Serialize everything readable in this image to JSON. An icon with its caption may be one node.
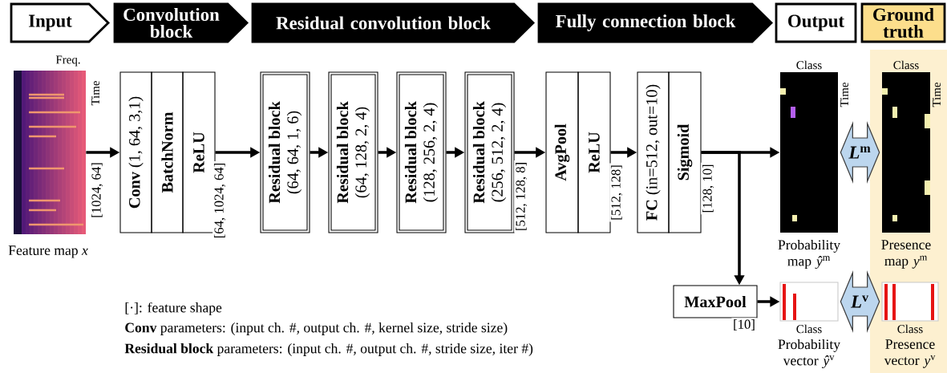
{
  "diagram": {
    "nodes": [
      {
        "text": [
          "Input"
        ]
      },
      {
        "text": [
          "Convolution block"
        ]
      },
      {
        "text": [
          "Residual convolution block"
        ]
      },
      {
        "text": [
          "Fully connection block"
        ]
      },
      {
        "text": [
          "Output"
        ]
      },
      {
        "text": [
          "Ground truth"
        ]
      },
      {
        "text": [],
        "shape": "picture",
        "beside": [
          "Freq.",
          "Time",
          "Feature map *x*"
        ]
      },
      {
        "text": [
          "**Conv** (1, 64, 3,1)"
        ]
      },
      {
        "text": [
          "BatchNorm"
        ]
      },
      {
        "text": [
          "ReLU"
        ]
      },
      {
        "text": [
          "Residual block",
          "(64, 64, 1, 6)"
        ]
      },
      {
        "text": [
          "Residual block",
          "(64, 128, 2, 4)"
        ]
      },
      {
        "text": [
          "Residual block",
          "(128, 256, 2, 4)"
        ]
      },
      {
        "text": [
          "Residual block",
          "(256, 512, 2, 4)"
        ]
      },
      {
        "text": [
          "AvgPool"
        ]
      },
      {
        "text": [
          "ReLU"
        ]
      },
      {
        "text": [
          "**FC** (in=512, out=10)"
        ]
      },
      {
        "text": [
          "Sigmoid"
        ]
      },
      {
        "text": [],
        "shape": "picture",
        "beside": [
          "Class",
          "Time",
          "Probability map *ŷ*$^{m}$"
        ]
      },
      {
        "text": [],
        "shape": "box"
      },
      {
        "text": [],
        "shape": "picture",
        "beside": [
          "Class",
          "Time",
          "Presence map *y*$^{m}$"
        ],
        "in": 19
      },
      {
        "text": [
          "MaxPool"
        ]
      },
      {
        "text": [],
        "shape": "picture",
        "beside": [
          "Class",
          "Probability vector *ŷ*$^{v}$"
        ]
      },
      {
        "text": [],
        "shape": "picture",
        "beside": [
          "Class",
          "Presence vector *y*$^{v}$"
        ],
        "in": 19
      }
    ],
    "edges": [
      {
        "from": 6,
        "to": 7,
        "arrow": "to",
        "label": "[1024, 64]"
      },
      {
        "from": 9,
        "to": 10,
        "arrow": "to",
        "label": "[64, 1024, 64]"
      },
      {
        "from": 10,
        "to": 11,
        "arrow": "to"
      },
      {
        "from": 11,
        "to": 12,
        "arrow": "to"
      },
      {
        "from": 12,
        "to": 13,
        "arrow": "to"
      },
      {
        "from": 13,
        "to": 14,
        "arrow": "to",
        "label": "[512, 128, 8]"
      },
      {
        "from": 15,
        "to": 16,
        "arrow": "to",
        "label": "[512, 128]"
      },
      {
        "from": 17,
        "to": 18,
        "arrow": "to",
        "label": "[128, 10]"
      },
      {
        "from": 17,
        "to": 21,
        "arrow": "to"
      },
      {
        "from": 21,
        "to": 22,
        "arrow": "to",
        "label": "[10]"
      },
      {
        "from": 18,
        "to": 20,
        "arrow": "both",
        "label": "*L*$^{m}$",
        "style": "thick",
        "color": "#bcd6ee"
      },
      {
        "from": 22,
        "to": 23,
        "arrow": "both",
        "label": "*L*$^{v}$",
        "style": "thick",
        "color": "#bcd6ee"
      }
    ],
    "labels": [
      "[·]: feature shape",
      "**Conv** parameters: (input ch. #, output ch. #, kernel size, stride size)",
      "**Residual block** parameters: (input ch. #, output ch. #, stride size, iter #)"
    ]
  }
}
